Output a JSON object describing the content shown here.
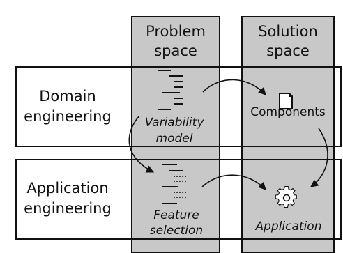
{
  "columns": {
    "problem": {
      "line1": "Problem",
      "line2": "space"
    },
    "solution": {
      "line1": "Solution",
      "line2": "space"
    }
  },
  "rows": {
    "domain": {
      "line1": "Domain",
      "line2": "engineering"
    },
    "application": {
      "line1": "Application",
      "line2": "engineering"
    }
  },
  "cells": {
    "variability_model": {
      "line1": "Variability",
      "line2": "model",
      "icon": "variability-model-icon"
    },
    "components": {
      "label": "Components",
      "icon": "document-icon"
    },
    "feature_selection": {
      "line1": "Feature",
      "line2": "selection",
      "icon": "feature-selection-icon"
    },
    "application": {
      "label": "Application",
      "icon": "gear-icon"
    }
  },
  "colors": {
    "column_fill": "#c8c8c8",
    "stroke": "#111111",
    "background": "#ffffff"
  }
}
